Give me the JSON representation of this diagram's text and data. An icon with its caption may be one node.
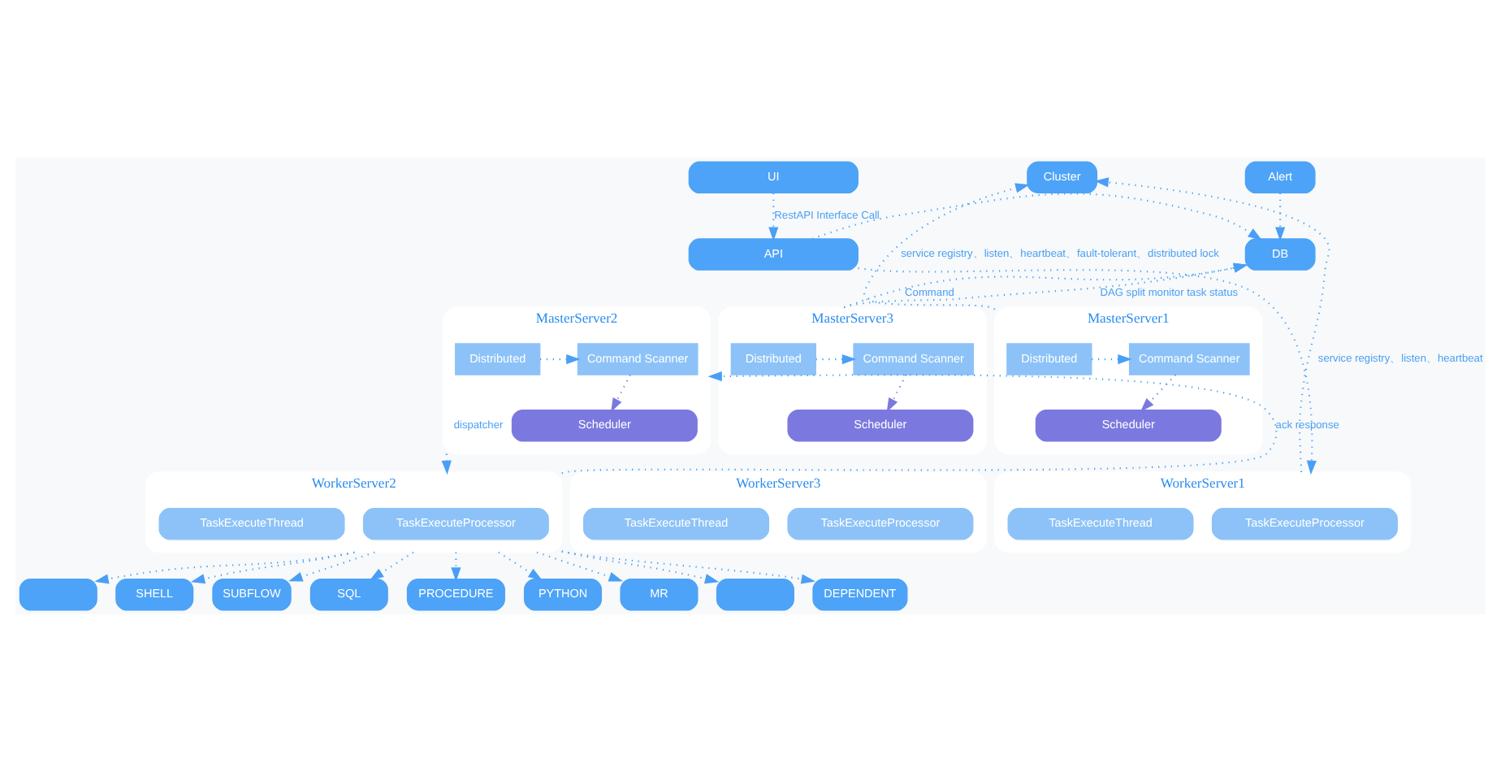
{
  "diagram": {
    "nodes": [
      {
        "text": [
          "UI"
        ]
      },
      {
        "text": [
          "API"
        ]
      },
      {
        "text": [
          "Cluster"
        ]
      },
      {
        "text": [
          "MasterServer1"
        ]
      },
      {
        "text": [
          "Distributed"
        ],
        "in": 3
      },
      {
        "text": [
          "Command Scanner"
        ],
        "in": 3
      },
      {
        "text": [
          "Scheduler"
        ],
        "in": 3
      },
      {
        "text": [
          "MasterServer2"
        ]
      },
      {
        "text": [
          "Distributed"
        ],
        "in": 7
      },
      {
        "text": [
          "Command Scanner"
        ],
        "in": 7
      },
      {
        "text": [
          "Scheduler"
        ],
        "in": 7
      },
      {
        "text": [
          "MasterServer3"
        ]
      },
      {
        "text": [
          "Distributed"
        ],
        "in": 11
      },
      {
        "text": [
          "Command Scanner"
        ],
        "in": 11
      },
      {
        "text": [
          "Scheduler"
        ],
        "in": 11
      },
      {
        "text": [
          "DB"
        ]
      },
      {
        "text": [
          "Alert"
        ]
      },
      {
        "text": [
          "WorkerServer1"
        ]
      },
      {
        "text": [
          "TaskExecuteProcessor"
        ],
        "in": 17
      },
      {
        "text": [
          "TaskExecuteThread"
        ],
        "in": 17
      },
      {
        "text": [
          "WorkerServer2"
        ]
      },
      {
        "text": [
          "TaskExecuteProcessor"
        ],
        "in": 20
      },
      {
        "text": [
          "TaskExecuteThread"
        ],
        "in": 20
      },
      {
        "text": [
          "WorkerServer3"
        ]
      },
      {
        "text": [
          "TaskExecuteProcessor"
        ],
        "in": 23
      },
      {
        "text": [
          "TaskExecuteThread"
        ],
        "in": 23
      },
      {
        "text": [],
        "shape": "box"
      },
      {
        "text": [
          "SHELL"
        ]
      },
      {
        "text": [
          "SUBFLOW"
        ]
      },
      {
        "text": [
          "SQL"
        ]
      },
      {
        "text": [
          "PROCEDURE"
        ]
      },
      {
        "text": [
          "PYTHON"
        ]
      },
      {
        "text": [
          "MR"
        ]
      },
      {
        "text": [],
        "shape": "box"
      },
      {
        "text": [
          "DEPENDENT"
        ]
      }
    ],
    "edges": [
      {
        "from": 0,
        "to": 1,
        "arrow": "to",
        "label": "RestAPI Interface Call"
      },
      {
        "from": 1,
        "to": 15,
        "arrow": "to"
      },
      {
        "from": 1,
        "to": 17,
        "arrow": "to"
      },
      {
        "from": 3,
        "to": 2,
        "arrow": "to",
        "label": "service registry、listen、heartbeat、fault-tolerant、distributed lock"
      },
      {
        "from": 17,
        "to": 2,
        "arrow": "to",
        "label": "service registry、listen、heartbeat"
      },
      {
        "from": 4,
        "to": 5,
        "arrow": "to"
      },
      {
        "from": 5,
        "to": 6,
        "arrow": "to",
        "color": "#7b79df"
      },
      {
        "from": 8,
        "to": 9,
        "arrow": "to"
      },
      {
        "from": 9,
        "to": 10,
        "arrow": "to",
        "color": "#7b79df"
      },
      {
        "from": 12,
        "to": 13,
        "arrow": "to"
      },
      {
        "from": 13,
        "to": 14,
        "arrow": "to",
        "color": "#7b79df"
      },
      {
        "from": 11,
        "to": 15,
        "arrow": "to",
        "label": "Command"
      },
      {
        "from": 11,
        "to": 15,
        "arrow": "to",
        "label": "DAG split monitor task status"
      },
      {
        "from": 7,
        "to": 20,
        "arrow": "to",
        "label": "dispatcher"
      },
      {
        "from": 20,
        "to": 7,
        "arrow": "to",
        "label": "ack response"
      },
      {
        "from": 16,
        "to": 15,
        "arrow": "to"
      },
      {
        "from": 20,
        "to": 26,
        "arrow": "to"
      },
      {
        "from": 20,
        "to": 27,
        "arrow": "to"
      },
      {
        "from": 20,
        "to": 28,
        "arrow": "to"
      },
      {
        "from": 20,
        "to": 29,
        "arrow": "to"
      },
      {
        "from": 20,
        "to": 30,
        "arrow": "to"
      },
      {
        "from": 20,
        "to": 31,
        "arrow": "to"
      },
      {
        "from": 20,
        "to": 32,
        "arrow": "to"
      },
      {
        "from": 20,
        "to": 33,
        "arrow": "to"
      },
      {
        "from": 20,
        "to": 34,
        "arrow": "to"
      }
    ]
  }
}
